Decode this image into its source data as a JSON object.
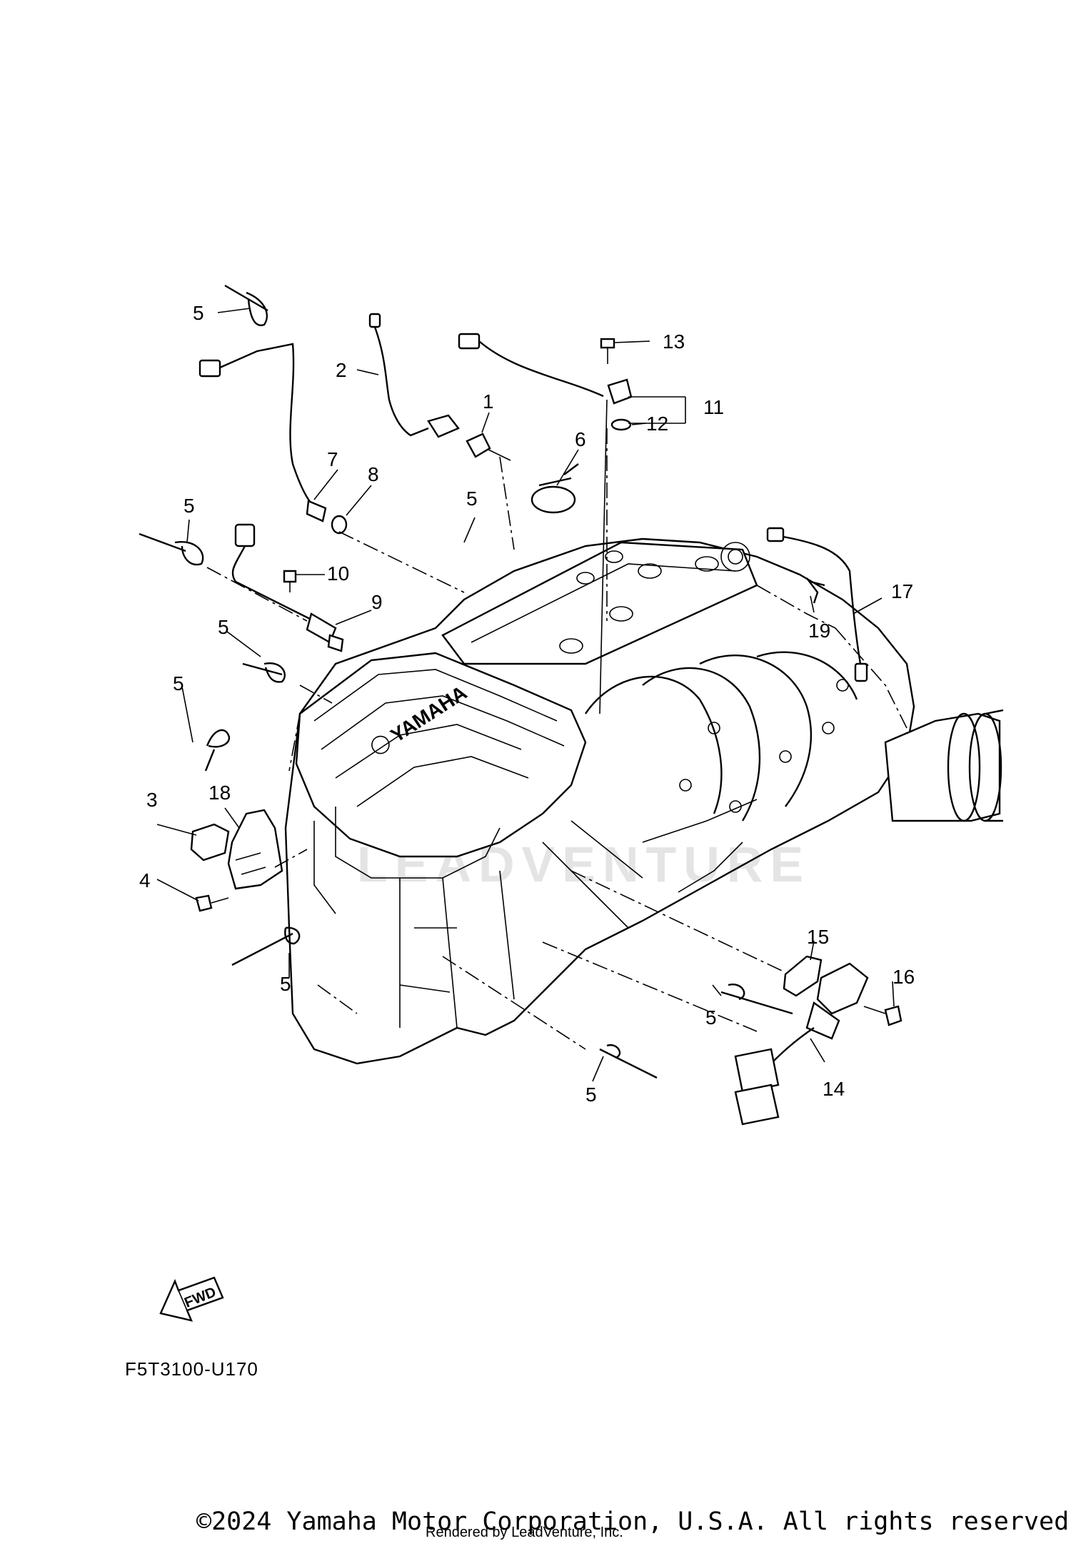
{
  "diagram": {
    "watermark": "LEADVENTURE",
    "engine_logo": "YAMAHA",
    "fwd_label": "FWD",
    "diagram_code": "F5T3100-U170",
    "copyright": "©2024 Yamaha Motor Corporation, U.S.A. All rights reserved.",
    "rendered_by": "Rendered by LeadVenture, Inc.",
    "callouts": [
      {
        "id": "c5a",
        "label": "5"
      },
      {
        "id": "c2",
        "label": "2"
      },
      {
        "id": "c13",
        "label": "13"
      },
      {
        "id": "c1",
        "label": "1"
      },
      {
        "id": "c11",
        "label": "11"
      },
      {
        "id": "c12",
        "label": "12"
      },
      {
        "id": "c6",
        "label": "6"
      },
      {
        "id": "c7",
        "label": "7"
      },
      {
        "id": "c8",
        "label": "8"
      },
      {
        "id": "c5b",
        "label": "5"
      },
      {
        "id": "c5c",
        "label": "5"
      },
      {
        "id": "c10",
        "label": "10"
      },
      {
        "id": "c9",
        "label": "9"
      },
      {
        "id": "c17",
        "label": "17"
      },
      {
        "id": "c19",
        "label": "19"
      },
      {
        "id": "c5d",
        "label": "5"
      },
      {
        "id": "c5e",
        "label": "5"
      },
      {
        "id": "c3",
        "label": "3"
      },
      {
        "id": "c18",
        "label": "18"
      },
      {
        "id": "c4",
        "label": "4"
      },
      {
        "id": "c15",
        "label": "15"
      },
      {
        "id": "c16",
        "label": "16"
      },
      {
        "id": "c5f",
        "label": "5"
      },
      {
        "id": "c5g",
        "label": "5"
      },
      {
        "id": "c14",
        "label": "14"
      },
      {
        "id": "c5h",
        "label": "5"
      }
    ]
  }
}
